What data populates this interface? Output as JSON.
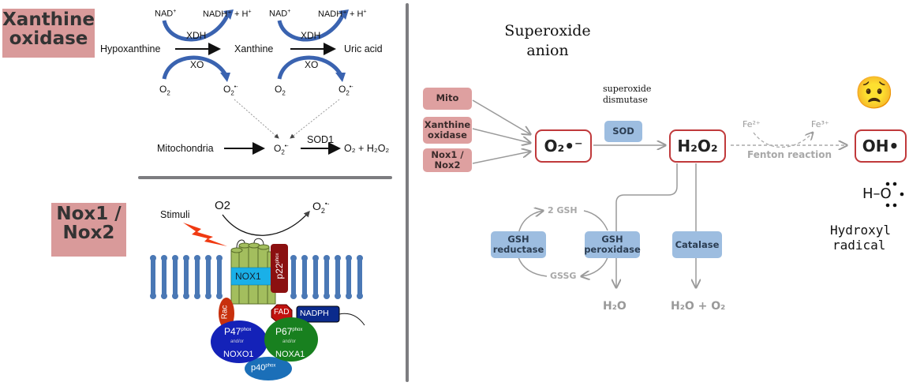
{
  "left_top": {
    "label": "Xanthine oxidase",
    "label_line1": "Xanthine",
    "label_line2": "oxidase",
    "substrates": [
      "Hypoxanthine",
      "Xanthine",
      "Uric acid"
    ],
    "cofactor_in": "NAD",
    "cofactor_out": "NADH⁺ + H",
    "enzyme_dh": "XDH",
    "enzyme_ox": "XO",
    "oxygen": "O",
    "superoxide": "O",
    "mitochondria": "Mitochondria",
    "sod1": "SOD1",
    "products": "O₂ + H₂O₂"
  },
  "left_bottom": {
    "label_line1": "Nox1 /",
    "label_line2": "Nox2",
    "stimuli": "Stimuli",
    "o2_in": "O2",
    "o2_out": "O",
    "nox1": "NOX1",
    "p22": "p22",
    "phox": "phox",
    "rac": "Rac",
    "fad": "FAD",
    "nadph": "NADPH",
    "p47": "P47",
    "p67": "P67",
    "andor": "and/or",
    "noxo1": "NOXO1",
    "noxa1": "NOXA1",
    "p40": "p40"
  },
  "right": {
    "title_line1": "Superoxide",
    "title_line2": "anion",
    "sources": [
      "Mito",
      "Xanthine oxidase",
      "Nox1 / Nox2"
    ],
    "sources_split": [
      [
        "Mito"
      ],
      [
        "Xanthine",
        "oxidase"
      ],
      [
        "Nox1 /",
        "Nox2"
      ]
    ],
    "enzyme_caption_line1": "superoxide",
    "enzyme_caption_line2": "dismutase",
    "sod": "SOD",
    "superoxide": "O₂•⁻",
    "h2o2": "H₂O₂",
    "fe2": "Fe²⁺",
    "fe3": "Fe³⁺",
    "fenton": "Fenton reaction",
    "hydroxyl": "OH•",
    "emoji": "😟",
    "lewis": "H–Ö•",
    "hydroxyl_caption_line1": "Hydroxyl",
    "hydroxyl_caption_line2": "radical",
    "gsh2": "2 GSH",
    "gssg": "GSSG",
    "gsh_reductase": [
      "GSH",
      "reductase"
    ],
    "gsh_peroxidase": [
      "GSH",
      "peroxidase"
    ],
    "catalase": "Catalase",
    "product_water": "H₂O",
    "product_water_oxygen": "H₂O + O₂"
  },
  "colors": {
    "pink_label": "#d99a9a",
    "blue_arrow": "#3a63b0",
    "enzyme_blue": "#9dbde0",
    "red_border": "#c0393b",
    "divider": "#7d7d80"
  }
}
